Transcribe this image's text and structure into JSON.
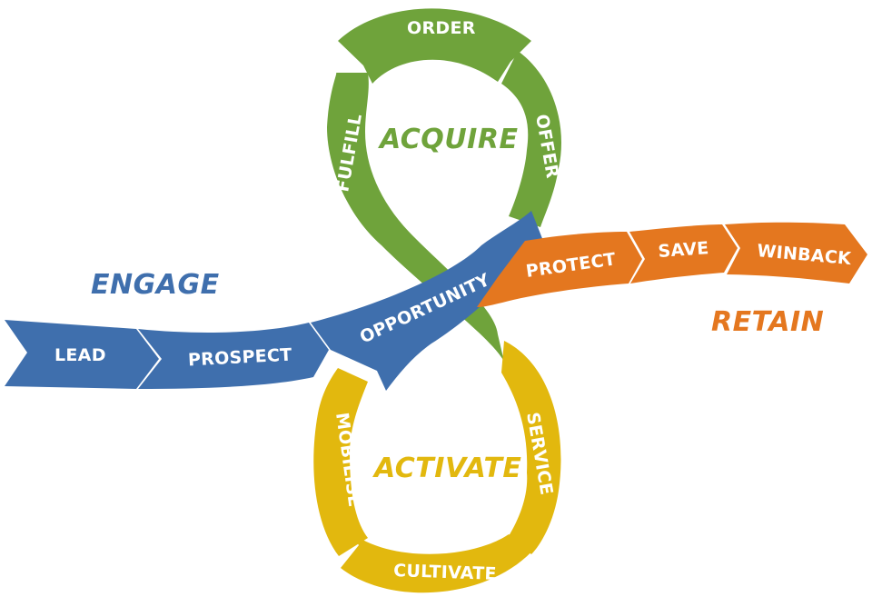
{
  "phases": {
    "engage": "ENGAGE",
    "acquire": "ACQUIRE",
    "activate": "ACTIVATE",
    "retain": "RETAIN"
  },
  "stages": {
    "lead": "LEAD",
    "prospect": "PROSPECT",
    "opportunity": "OPPORTUNITY",
    "fulfill": "FULFILL",
    "order": "ORDER",
    "offer": "OFFER",
    "protect": "PROTECT",
    "save": "SAVE",
    "winback": "WINBACK",
    "service": "SERVICE",
    "cultivate": "CULTIVATE",
    "mobilise": "MOBILISE"
  },
  "colors": {
    "engage": "#3f6fad",
    "acquire": "#6fa33b",
    "activate": "#e2b80e",
    "retain": "#e4771f"
  }
}
